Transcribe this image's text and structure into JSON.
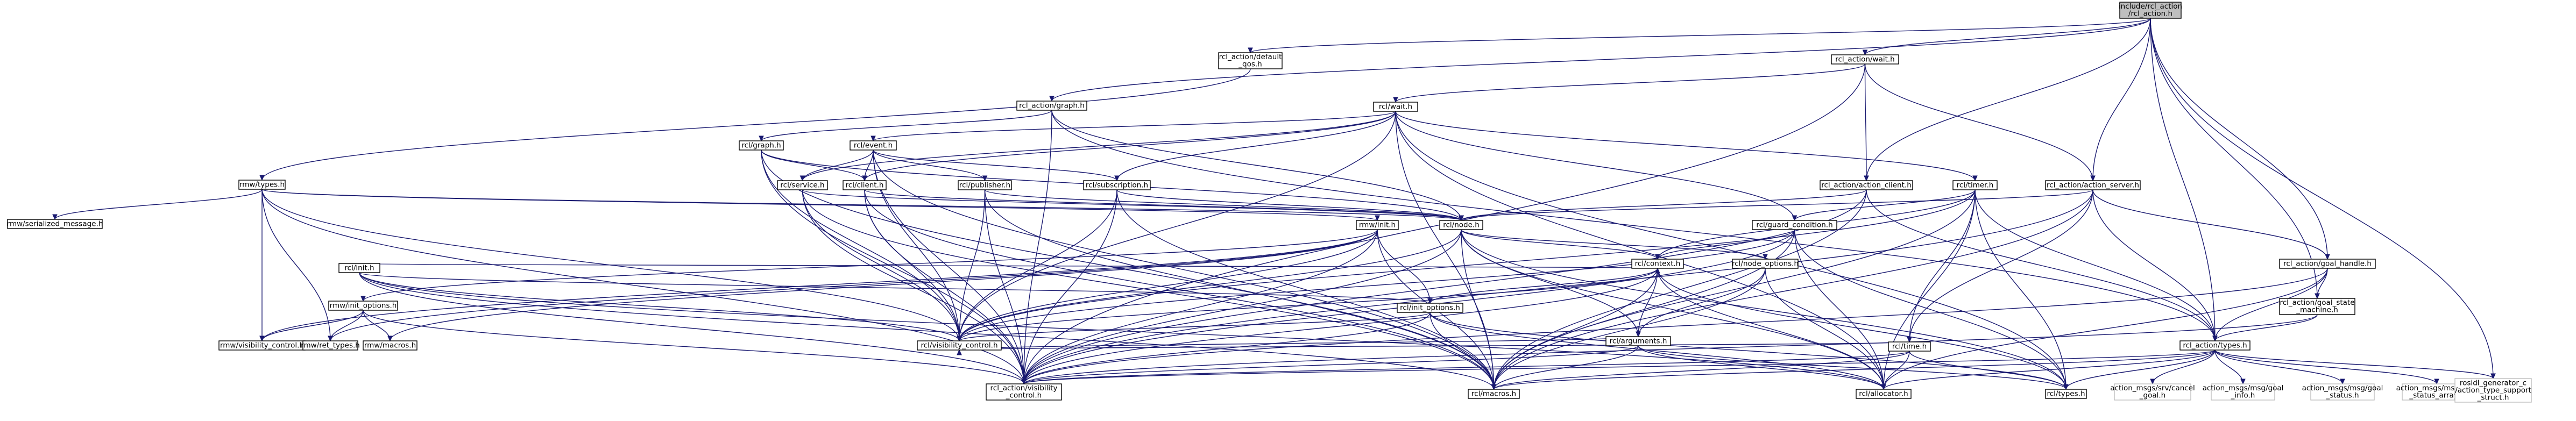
{
  "diagram": {
    "type": "include-dependency-graph",
    "colors": {
      "edge": "#191970",
      "root_fill": "#bfbfbf",
      "node_border": "#000000",
      "unlinked_border": "#bfbfbf",
      "background": "#ffffff"
    },
    "nodes": [
      {
        "id": "root",
        "lines": [
          "include/rcl_action",
          "/rcl_action.h"
        ],
        "style": "root"
      },
      {
        "id": "default_goal",
        "lines": [
          "rcl_action/default",
          "_qos.h"
        ]
      },
      {
        "id": "wait_a",
        "lines": [
          "rcl_action/wait.h"
        ]
      },
      {
        "id": "graph_a",
        "lines": [
          "rcl_action/graph.h"
        ]
      },
      {
        "id": "rcl_wait",
        "lines": [
          "rcl/wait.h"
        ]
      },
      {
        "id": "rmw_types",
        "lines": [
          "rmw/types.h"
        ]
      },
      {
        "id": "rcl_graph",
        "lines": [
          "rcl/graph.h"
        ]
      },
      {
        "id": "rcl_event",
        "lines": [
          "rcl/event.h"
        ]
      },
      {
        "id": "action_client",
        "lines": [
          "rcl_action/action_client.h"
        ]
      },
      {
        "id": "rcl_timer",
        "lines": [
          "rcl/timer.h"
        ]
      },
      {
        "id": "action_server",
        "lines": [
          "rcl_action/action_server.h"
        ]
      },
      {
        "id": "serialized",
        "lines": [
          "rmw/serialized_message.h"
        ]
      },
      {
        "id": "rcl_service",
        "lines": [
          "rcl/service.h"
        ]
      },
      {
        "id": "rcl_client",
        "lines": [
          "rcl/client.h"
        ]
      },
      {
        "id": "rcl_publisher",
        "lines": [
          "rcl/publisher.h"
        ]
      },
      {
        "id": "rcl_subscription",
        "lines": [
          "rcl/subscription.h"
        ]
      },
      {
        "id": "rcl_node",
        "lines": [
          "rcl/node.h"
        ]
      },
      {
        "id": "guard",
        "lines": [
          "rcl/guard_condition.h"
        ]
      },
      {
        "id": "rmw_init",
        "lines": [
          "rmw/init.h"
        ]
      },
      {
        "id": "rcl_init",
        "lines": [
          "rcl/init.h"
        ]
      },
      {
        "id": "rcl_context",
        "lines": [
          "rcl/context.h"
        ]
      },
      {
        "id": "node_options",
        "lines": [
          "rcl/node_options.h"
        ]
      },
      {
        "id": "goal_handle",
        "lines": [
          "rcl_action/goal_handle.h"
        ]
      },
      {
        "id": "init_options_rmw",
        "lines": [
          "rmw/init_options.h"
        ]
      },
      {
        "id": "rcl_init_options",
        "lines": [
          "rcl/init_options.h"
        ]
      },
      {
        "id": "rcl_arguments",
        "lines": [
          "rcl/arguments.h"
        ]
      },
      {
        "id": "rcl_time",
        "lines": [
          "rcl/time.h"
        ]
      },
      {
        "id": "goal_state",
        "lines": [
          "rcl_action/goal_state",
          "_machine.h"
        ]
      },
      {
        "id": "rmw_vis",
        "lines": [
          "rmw/visibility_control.h"
        ]
      },
      {
        "id": "rmw_ret",
        "lines": [
          "rmw/ret_types.h"
        ]
      },
      {
        "id": "rmw_macros",
        "lines": [
          "rmw/macros.h"
        ]
      },
      {
        "id": "rcl_vis",
        "lines": [
          "rcl/visibility_control.h"
        ]
      },
      {
        "id": "action_types",
        "lines": [
          "rcl_action/types.h"
        ]
      },
      {
        "id": "action_vis",
        "lines": [
          "rcl_action/visibility",
          "_control.h"
        ]
      },
      {
        "id": "rcl_macros",
        "lines": [
          "rcl/macros.h"
        ]
      },
      {
        "id": "rcl_allocator",
        "lines": [
          "rcl/allocator.h"
        ]
      },
      {
        "id": "rcl_types",
        "lines": [
          "rcl/types.h"
        ]
      },
      {
        "id": "msg_cancel",
        "lines": [
          "action_msgs/srv/cancel",
          "_goal.h"
        ],
        "style": "grey"
      },
      {
        "id": "msg_info",
        "lines": [
          "action_msgs/msg/goal",
          "_info.h"
        ],
        "style": "grey"
      },
      {
        "id": "msg_status",
        "lines": [
          "action_msgs/msg/goal",
          "_status.h"
        ],
        "style": "grey"
      },
      {
        "id": "msg_status_array",
        "lines": [
          "action_msgs/msg/goal",
          "_status_array.h"
        ],
        "style": "grey"
      },
      {
        "id": "rosidl",
        "lines": [
          "rosidl_generator_c",
          "/action_type_support",
          "_struct.h"
        ],
        "style": "grey"
      }
    ],
    "edges": [
      [
        "root",
        "default_goal"
      ],
      [
        "root",
        "wait_a"
      ],
      [
        "root",
        "graph_a"
      ],
      [
        "root",
        "action_client"
      ],
      [
        "root",
        "action_server"
      ],
      [
        "root",
        "goal_handle"
      ],
      [
        "root",
        "goal_state"
      ],
      [
        "root",
        "action_types"
      ],
      [
        "default_goal",
        "rmw_types"
      ],
      [
        "wait_a",
        "rcl_wait"
      ],
      [
        "wait_a",
        "action_client"
      ],
      [
        "wait_a",
        "action_server"
      ],
      [
        "wait_a",
        "action_vis"
      ],
      [
        "graph_a",
        "rcl_graph"
      ],
      [
        "graph_a",
        "rcl_node"
      ],
      [
        "graph_a",
        "action_types"
      ],
      [
        "graph_a",
        "action_vis"
      ],
      [
        "rcl_wait",
        "rcl_client"
      ],
      [
        "rcl_wait",
        "rcl_service"
      ],
      [
        "rcl_wait",
        "rcl_subscription"
      ],
      [
        "rcl_wait",
        "rcl_timer"
      ],
      [
        "rcl_wait",
        "rcl_event"
      ],
      [
        "rcl_wait",
        "guard"
      ],
      [
        "rcl_wait",
        "rcl_macros"
      ],
      [
        "rcl_wait",
        "rcl_vis"
      ],
      [
        "rcl_wait",
        "rcl_types"
      ],
      [
        "rcl_wait",
        "rcl_allocator"
      ],
      [
        "rmw_types",
        "serialized"
      ],
      [
        "rmw_types",
        "rmw_init"
      ],
      [
        "rmw_types",
        "rmw_vis"
      ],
      [
        "rmw_types",
        "rmw_ret"
      ],
      [
        "rmw_types",
        "rcl_vis"
      ],
      [
        "rmw_types",
        "action_vis"
      ],
      [
        "rmw_types",
        "rcl_node"
      ],
      [
        "rcl_graph",
        "rcl_client"
      ],
      [
        "rcl_graph",
        "rcl_node"
      ],
      [
        "rcl_graph",
        "rcl_vis"
      ],
      [
        "rcl_graph",
        "rcl_macros"
      ],
      [
        "rcl_graph",
        "action_vis"
      ],
      [
        "rcl_event",
        "rcl_client"
      ],
      [
        "rcl_event",
        "rcl_service"
      ],
      [
        "rcl_event",
        "rcl_publisher"
      ],
      [
        "rcl_event",
        "rcl_subscription"
      ],
      [
        "rcl_event",
        "rcl_vis"
      ],
      [
        "rcl_event",
        "rcl_macros"
      ],
      [
        "rcl_event",
        "action_vis"
      ],
      [
        "action_client",
        "rcl_node"
      ],
      [
        "action_client",
        "action_types"
      ],
      [
        "action_client",
        "action_vis"
      ],
      [
        "action_client",
        "rcl_macros"
      ],
      [
        "rcl_timer",
        "rcl_context"
      ],
      [
        "rcl_timer",
        "rcl_time"
      ],
      [
        "rcl_timer",
        "guard"
      ],
      [
        "rcl_timer",
        "rcl_allocator"
      ],
      [
        "rcl_timer",
        "rcl_macros"
      ],
      [
        "rcl_timer",
        "rcl_types"
      ],
      [
        "rcl_timer",
        "rcl_vis"
      ],
      [
        "rcl_timer",
        "action_types"
      ],
      [
        "action_server",
        "rcl_node"
      ],
      [
        "action_server",
        "goal_handle"
      ],
      [
        "action_server",
        "rcl_time"
      ],
      [
        "action_server",
        "action_types"
      ],
      [
        "action_server",
        "action_vis"
      ],
      [
        "action_server",
        "rcl_macros"
      ],
      [
        "rcl_service",
        "rcl_node"
      ],
      [
        "rcl_service",
        "rcl_vis"
      ],
      [
        "rcl_service",
        "rcl_macros"
      ],
      [
        "rcl_service",
        "action_vis"
      ],
      [
        "rcl_client",
        "rcl_node"
      ],
      [
        "rcl_client",
        "rcl_vis"
      ],
      [
        "rcl_client",
        "rcl_macros"
      ],
      [
        "rcl_client",
        "action_vis"
      ],
      [
        "rcl_publisher",
        "rcl_node"
      ],
      [
        "rcl_publisher",
        "rcl_vis"
      ],
      [
        "rcl_publisher",
        "action_vis"
      ],
      [
        "rcl_publisher",
        "rcl_macros"
      ],
      [
        "rcl_subscription",
        "rcl_node"
      ],
      [
        "rcl_subscription",
        "rcl_vis"
      ],
      [
        "rcl_subscription",
        "action_vis"
      ],
      [
        "rcl_subscription",
        "rcl_macros"
      ],
      [
        "rcl_node",
        "rcl_context"
      ],
      [
        "rcl_node",
        "node_options"
      ],
      [
        "rcl_node",
        "rcl_arguments"
      ],
      [
        "rcl_node",
        "rcl_allocator"
      ],
      [
        "rcl_node",
        "rcl_macros"
      ],
      [
        "rcl_node",
        "rcl_types"
      ],
      [
        "rcl_node",
        "rcl_vis"
      ],
      [
        "rcl_node",
        "action_vis"
      ],
      [
        "guard",
        "rcl_context"
      ],
      [
        "guard",
        "rcl_allocator"
      ],
      [
        "guard",
        "rcl_macros"
      ],
      [
        "guard",
        "rcl_types"
      ],
      [
        "guard",
        "rcl_vis"
      ],
      [
        "guard",
        "action_vis"
      ],
      [
        "rmw_init",
        "init_options_rmw"
      ],
      [
        "rmw_init",
        "rmw_vis"
      ],
      [
        "rmw_init",
        "rmw_macros"
      ],
      [
        "rmw_init",
        "rmw_ret"
      ],
      [
        "rmw_init",
        "rcl_init_options"
      ],
      [
        "rmw_init",
        "rcl_vis"
      ],
      [
        "rmw_init",
        "action_vis"
      ],
      [
        "rmw_init",
        "rcl_macros"
      ],
      [
        "rcl_init",
        "rcl_context"
      ],
      [
        "rcl_init",
        "rcl_init_options"
      ],
      [
        "rcl_init",
        "rcl_vis"
      ],
      [
        "rcl_init",
        "rcl_macros"
      ],
      [
        "rcl_init",
        "action_vis"
      ],
      [
        "rcl_init",
        "rcl_allocator"
      ],
      [
        "rcl_context",
        "rcl_init_options"
      ],
      [
        "rcl_context",
        "rcl_arguments"
      ],
      [
        "rcl_context",
        "rcl_allocator"
      ],
      [
        "rcl_context",
        "rcl_macros"
      ],
      [
        "rcl_context",
        "rcl_types"
      ],
      [
        "rcl_context",
        "rcl_vis"
      ],
      [
        "rcl_context",
        "action_vis"
      ],
      [
        "node_options",
        "rcl_arguments"
      ],
      [
        "node_options",
        "rcl_allocator"
      ],
      [
        "node_options",
        "rcl_macros"
      ],
      [
        "goal_handle",
        "goal_state"
      ],
      [
        "goal_handle",
        "action_types"
      ],
      [
        "goal_handle",
        "action_vis"
      ],
      [
        "goal_handle",
        "rcl_allocator"
      ],
      [
        "init_options_rmw",
        "rmw_vis"
      ],
      [
        "init_options_rmw",
        "rmw_ret"
      ],
      [
        "init_options_rmw",
        "rmw_macros"
      ],
      [
        "init_options_rmw",
        "action_vis"
      ],
      [
        "rcl_init_options",
        "rcl_allocator"
      ],
      [
        "rcl_init_options",
        "rcl_macros"
      ],
      [
        "rcl_init_options",
        "rcl_vis"
      ],
      [
        "rcl_init_options",
        "action_vis"
      ],
      [
        "rcl_init_options",
        "rcl_types"
      ],
      [
        "rcl_arguments",
        "rcl_allocator"
      ],
      [
        "rcl_arguments",
        "rcl_macros"
      ],
      [
        "rcl_arguments",
        "rcl_types"
      ],
      [
        "rcl_arguments",
        "rcl_vis"
      ],
      [
        "rcl_arguments",
        "action_vis"
      ],
      [
        "rcl_time",
        "rcl_allocator"
      ],
      [
        "rcl_time",
        "rcl_macros"
      ],
      [
        "rcl_time",
        "rcl_types"
      ],
      [
        "rcl_time",
        "rcl_vis"
      ],
      [
        "rcl_time",
        "action_vis"
      ],
      [
        "goal_state",
        "action_types"
      ],
      [
        "goal_state",
        "action_vis"
      ],
      [
        "action_types",
        "msg_cancel"
      ],
      [
        "action_types",
        "msg_info"
      ],
      [
        "action_types",
        "msg_status"
      ],
      [
        "action_types",
        "msg_status_array"
      ],
      [
        "action_types",
        "rosidl"
      ],
      [
        "action_types",
        "action_vis"
      ],
      [
        "action_types",
        "rcl_allocator"
      ],
      [
        "action_types",
        "rcl_macros"
      ],
      [
        "action_types",
        "rcl_types"
      ],
      [
        "root",
        "rosidl"
      ]
    ]
  }
}
